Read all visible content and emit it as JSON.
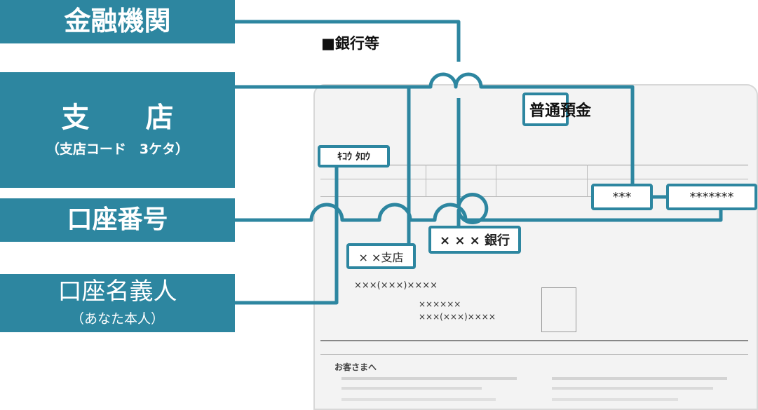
{
  "labels": {
    "bank": "金融機関",
    "branch_title": "支　　店",
    "branch_sub": "（支店コード　3ケタ）",
    "account_number": "口座番号",
    "holder_title": "口座名義人",
    "holder_sub": "（あなた本人）"
  },
  "section_title": "■銀行等",
  "passbook": {
    "header": "普通預金",
    "name_kana": "ｷｺｳ ﾀﾛｳ",
    "branch_code": "***",
    "account_number": "*******",
    "bank_name": "× × × 銀行",
    "branch_name": "× ×支店",
    "address_line1": "×××(×××)××××",
    "address_line2": "××××××",
    "address_line3": "×××(×××)××××",
    "notice_title": "お客さまへ"
  },
  "colors": {
    "accent": "#2d86a0"
  }
}
